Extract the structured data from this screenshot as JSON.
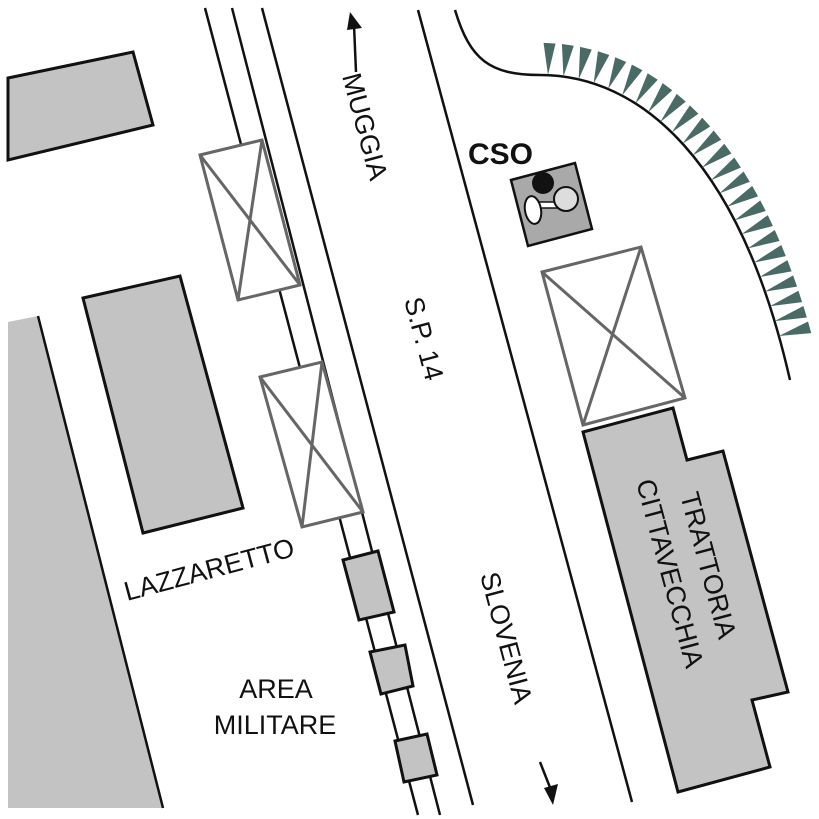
{
  "map": {
    "labels": {
      "muggia": "MUGGIA",
      "road": "S.P. 14",
      "slovenia": "SLOVENIA",
      "cso": "CSO",
      "lazzaretto": "LAZZARETTO",
      "area_line1": "AREA",
      "area_line2": "MILITARE",
      "trattoria_line1": "TRATTORIA",
      "trattoria_line2": "CITTAVECCHIA"
    },
    "colors": {
      "building": "#c3c3c3",
      "cliff": "#4a6b65",
      "cso_box": "#a9a9a9"
    }
  }
}
